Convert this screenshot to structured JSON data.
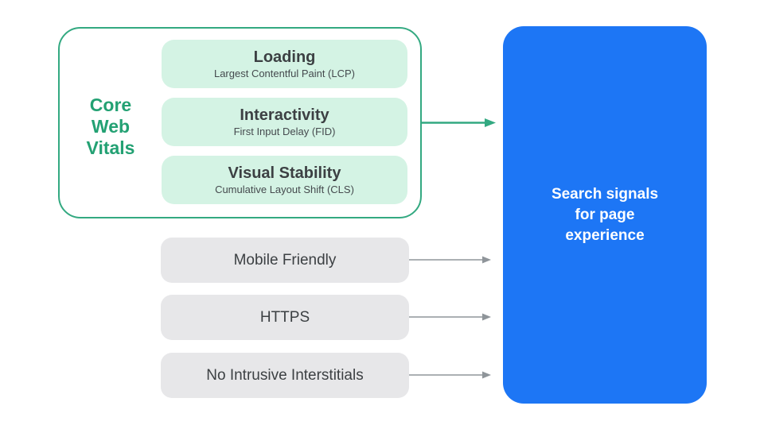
{
  "colors": {
    "canvas_bg": "#ffffff",
    "green_text": "#23a173",
    "green_border": "#33a981",
    "mint_bg": "#d4f3e4",
    "gray_bg": "#e7e7e9",
    "blue_bg": "#1d76f5",
    "text_dark": "#3c4043",
    "text_sub": "#454a4e",
    "white_text": "#ffffff",
    "arrow_gray": "#8f959a"
  },
  "diagram": {
    "core_web_vitals": {
      "label": "Core Web Vitals",
      "items": [
        {
          "title": "Loading",
          "subtitle": "Largest Contentful Paint (LCP)"
        },
        {
          "title": "Interactivity",
          "subtitle": "First Input Delay (FID)"
        },
        {
          "title": "Visual Stability",
          "subtitle": "Cumulative Layout Shift (CLS)"
        }
      ]
    },
    "other_signals": [
      {
        "label": "Mobile Friendly"
      },
      {
        "label": "HTTPS"
      },
      {
        "label": "No Intrusive Interstitials"
      }
    ],
    "result": {
      "label": "Search signals for page experience"
    }
  }
}
